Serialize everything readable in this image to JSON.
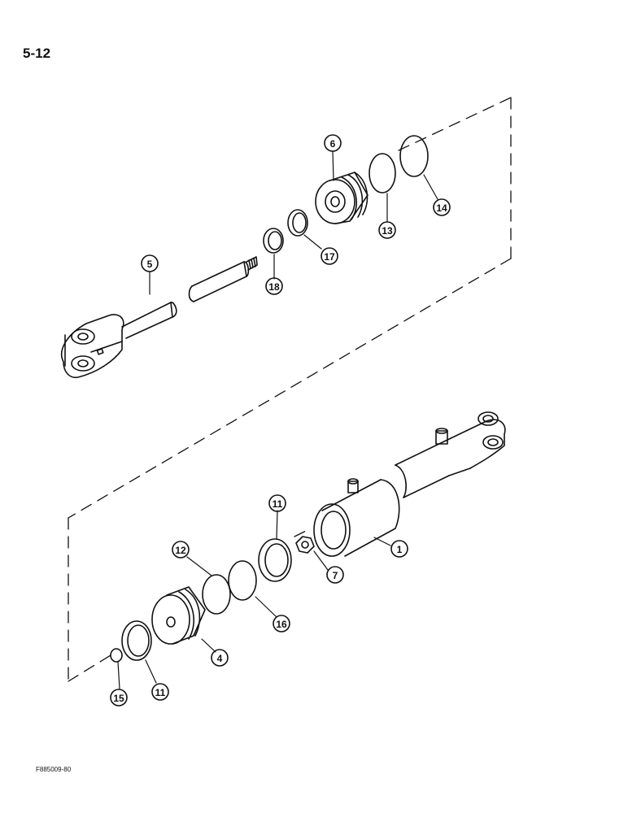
{
  "page": {
    "number": "5-12",
    "figure_code": "F885009-80"
  },
  "callouts": {
    "c1": "1",
    "c4": "4",
    "c5": "5",
    "c6": "6",
    "c7": "7",
    "c11a": "11",
    "c11b": "11",
    "c12": "12",
    "c13": "13",
    "c14": "14",
    "c15": "15",
    "c16": "16",
    "c17": "17",
    "c18": "18"
  }
}
